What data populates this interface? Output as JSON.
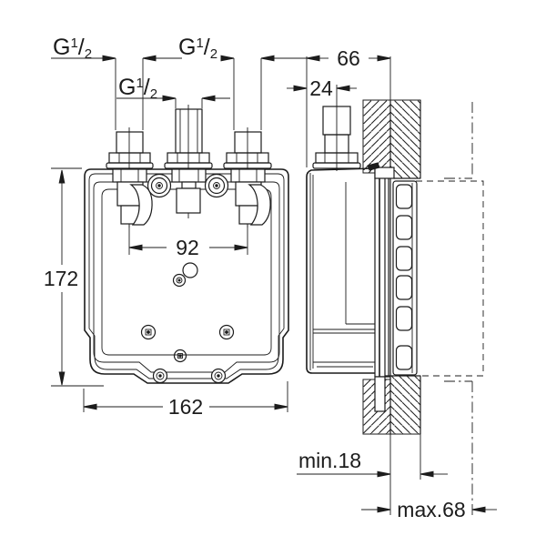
{
  "colors": {
    "background": "#ffffff",
    "line": "#1c1c1c"
  },
  "dimensions": {
    "thread": {
      "base": "G",
      "sup": "1",
      "slash": "/",
      "sub": "2"
    },
    "box_depth": "66",
    "pipe_offset": "24",
    "port_spacing": "92",
    "box_height": "172",
    "box_width": "162",
    "min_wall": "min.18",
    "max_depth": "max.68"
  }
}
